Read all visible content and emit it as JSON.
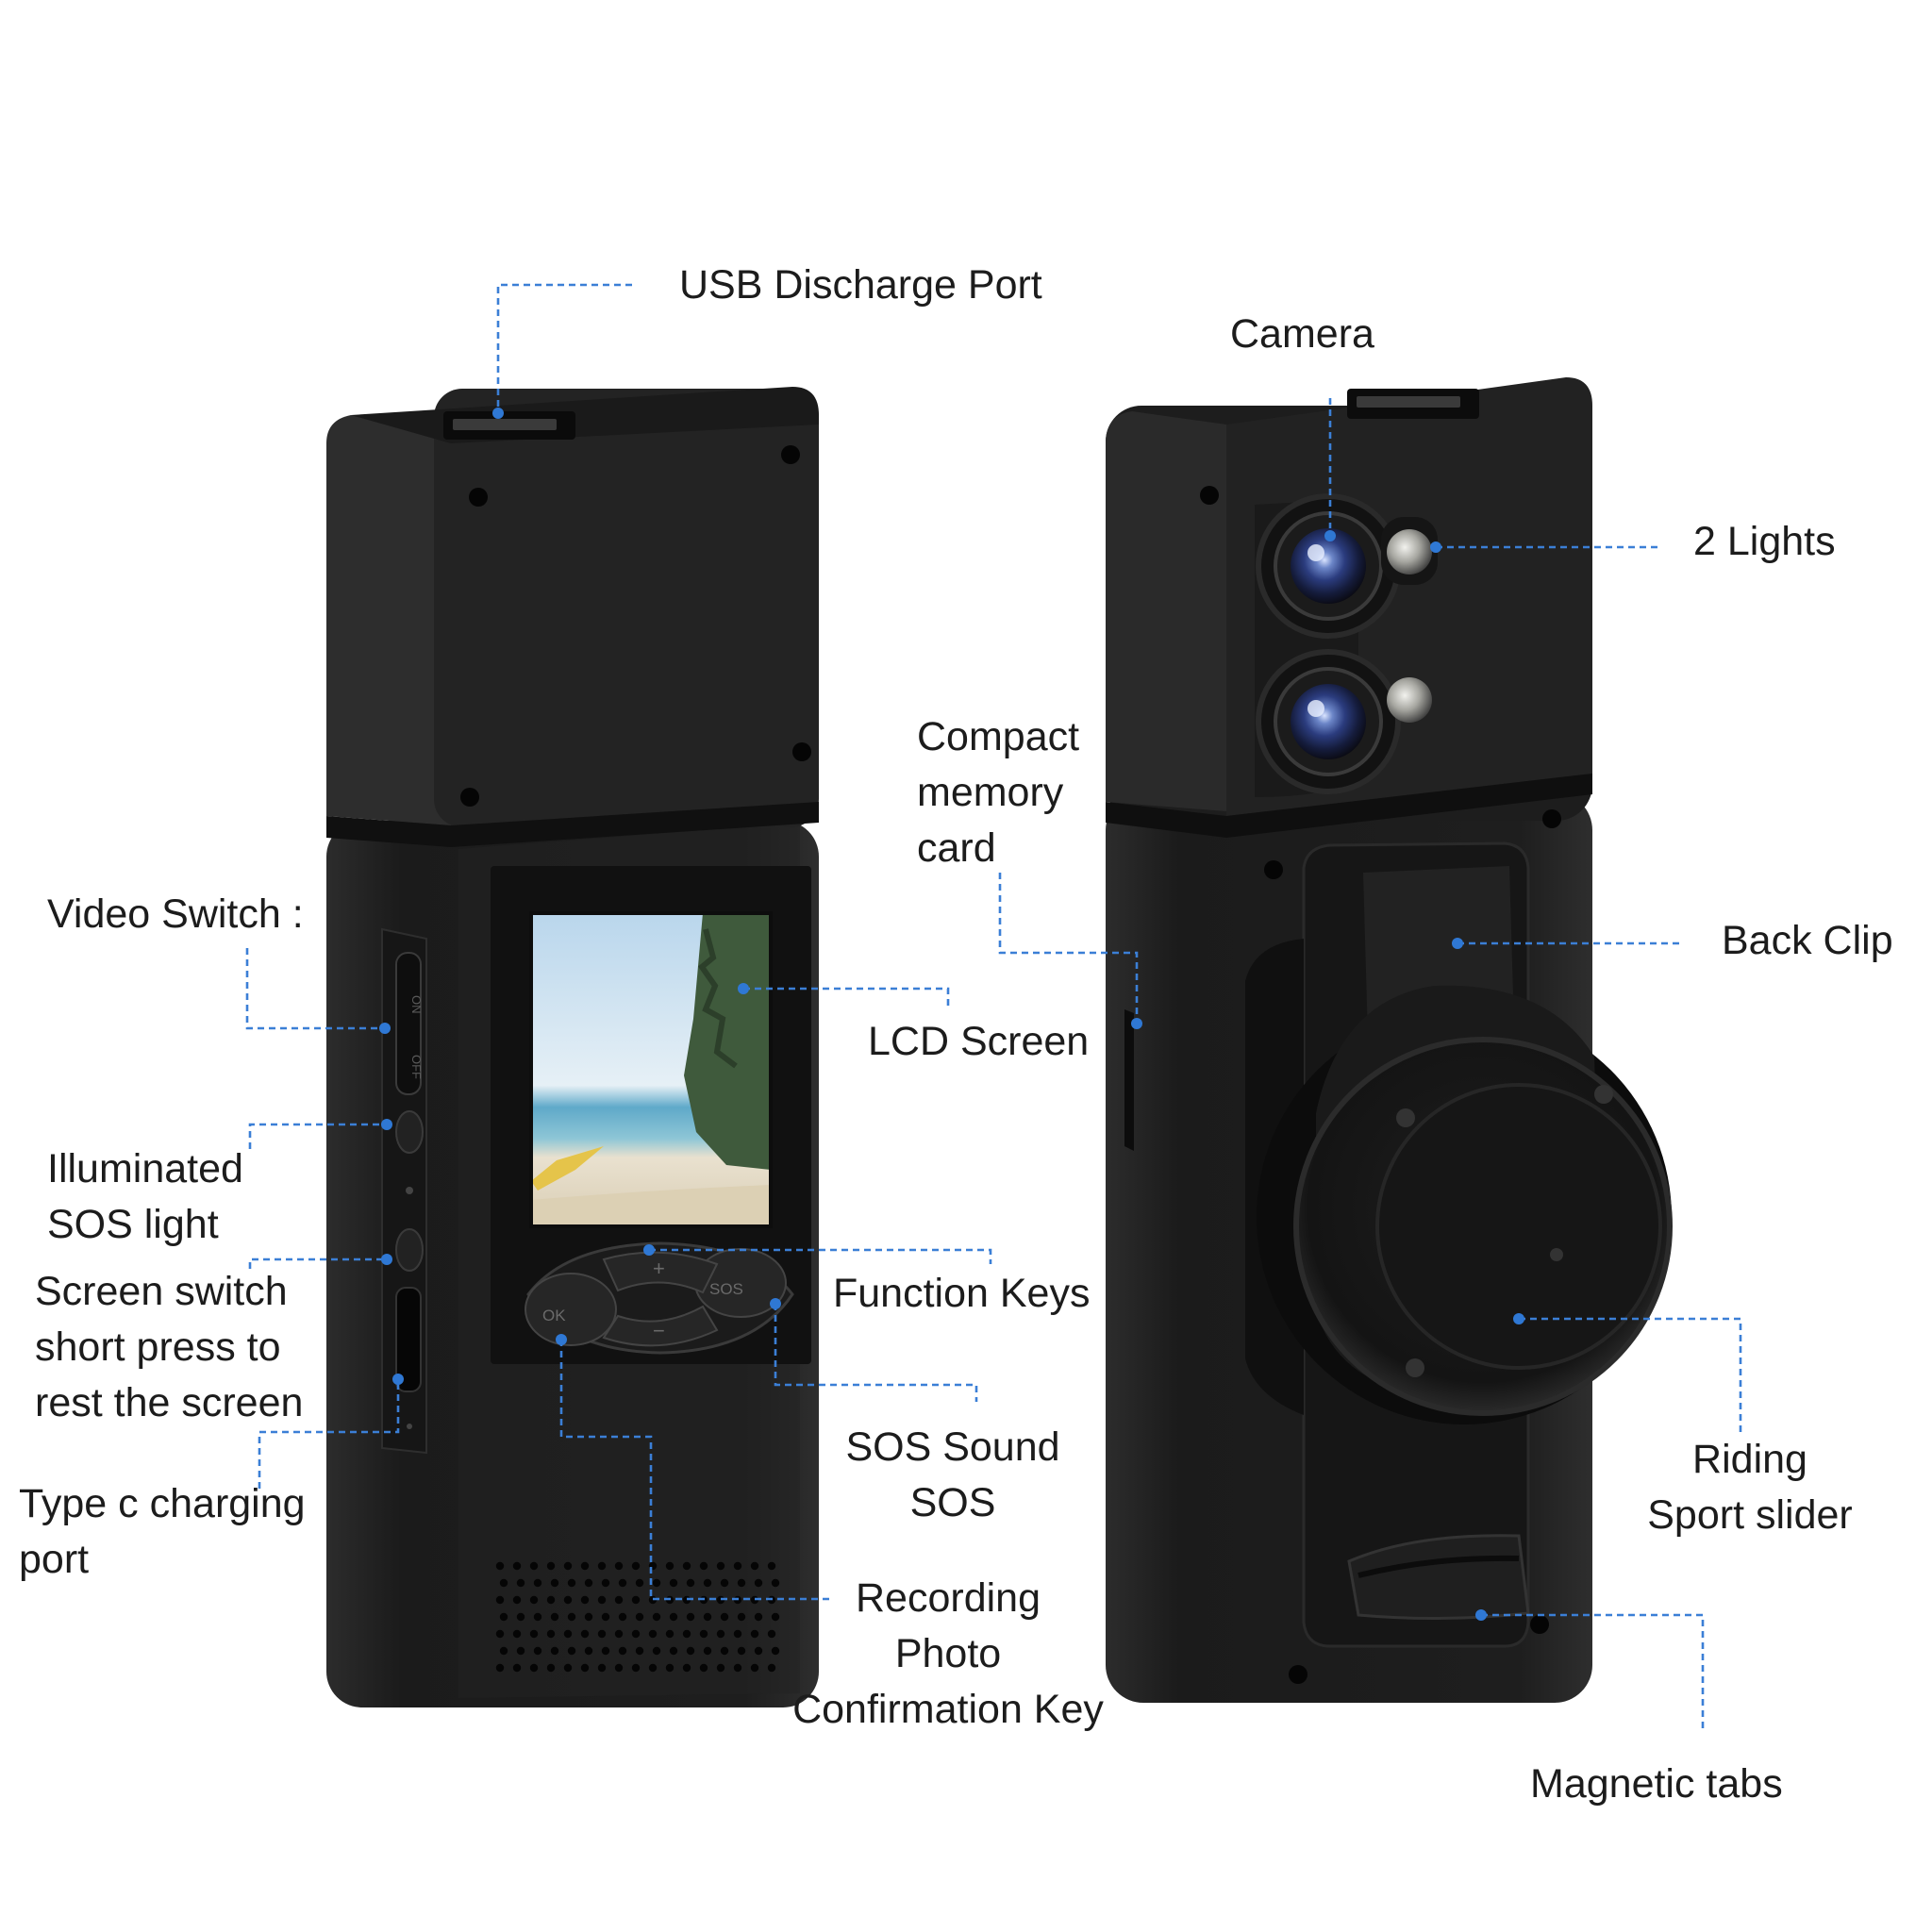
{
  "labels": {
    "usb": "USB Discharge Port",
    "camera": "Camera",
    "lights": "2 Lights",
    "video_switch": "Video Switch :",
    "memory": [
      "Compact",
      "memory",
      "card"
    ],
    "back_clip": "Back Clip",
    "lcd": "LCD Screen",
    "sos_light": [
      "Illuminated",
      "SOS light"
    ],
    "screen_switch": [
      "Screen switch",
      "short press to",
      "rest the screen"
    ],
    "function_keys": "Function Keys",
    "sos_sound": [
      "SOS Sound",
      "SOS"
    ],
    "typec": [
      "Type c charging",
      " port"
    ],
    "recording": [
      "Recording",
      "Photo",
      "Confirmation Key"
    ],
    "riding": [
      "Riding",
      "Sport slider"
    ],
    "magnetic": "Magnetic tabs"
  },
  "device_markings": {
    "switch_on": "ON",
    "switch_off": "OFF",
    "key_ok": "OK",
    "key_sos": "SOS",
    "key_plus": "+",
    "key_minus": "−"
  },
  "colors": {
    "leader": "#3b7fd6",
    "body": "#1f1f1f",
    "label_text": "#1c1c1c"
  }
}
